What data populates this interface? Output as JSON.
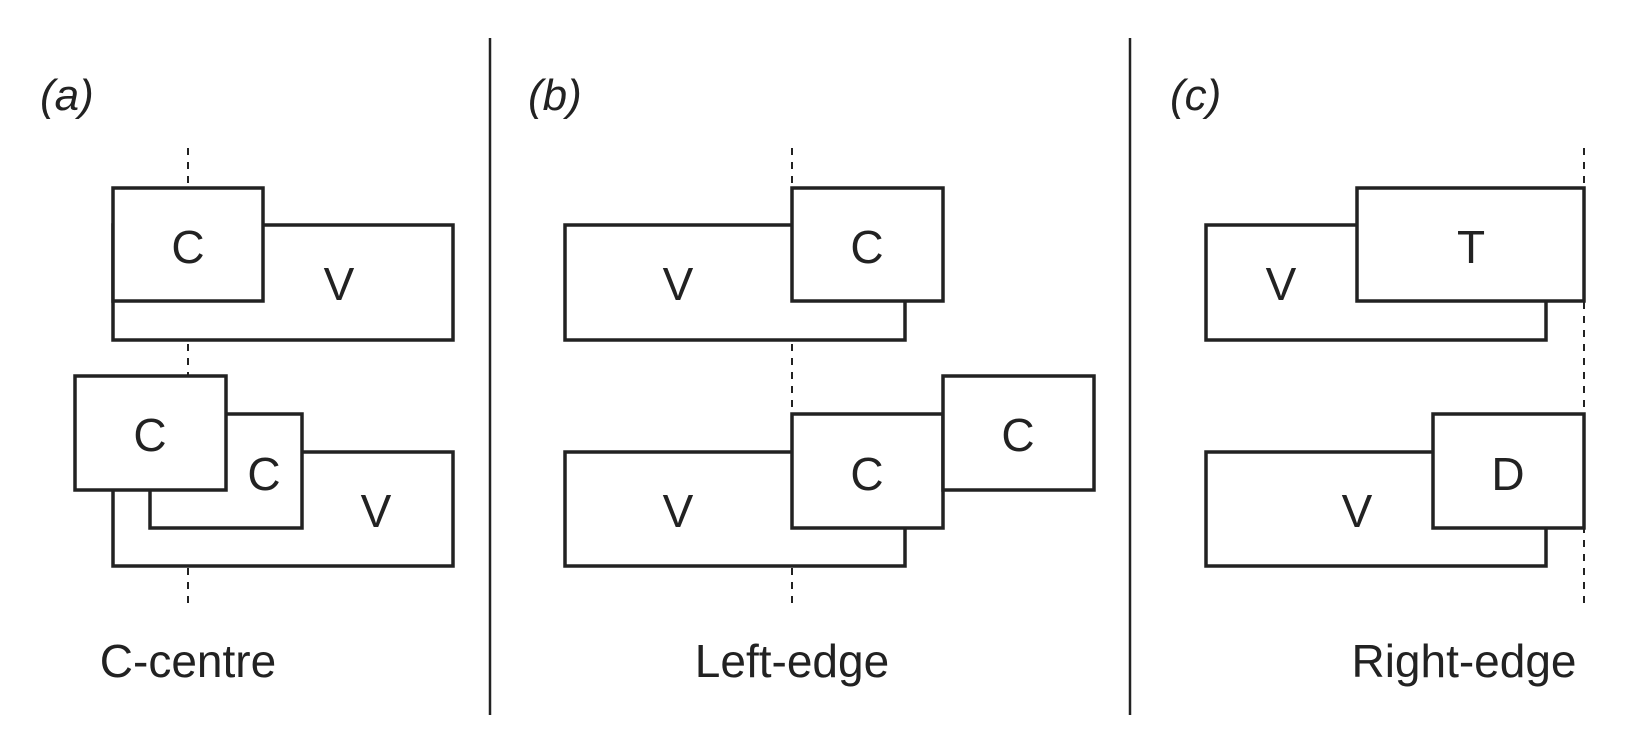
{
  "panels": [
    {
      "letter": "a",
      "caption": "C-centre",
      "top": {
        "back": "V",
        "front": "C"
      },
      "bottom": {
        "back": "V",
        "middle": "C",
        "front": "C"
      }
    },
    {
      "letter": "b",
      "caption": "Left-edge",
      "top": {
        "back": "V",
        "front": "C"
      },
      "bottom": {
        "back": "V",
        "middle": "C",
        "front": "C"
      }
    },
    {
      "letter": "c",
      "caption": "Right-edge",
      "top": {
        "back": "V",
        "front": "T"
      },
      "bottom": {
        "back": "V",
        "front": "D"
      }
    }
  ]
}
